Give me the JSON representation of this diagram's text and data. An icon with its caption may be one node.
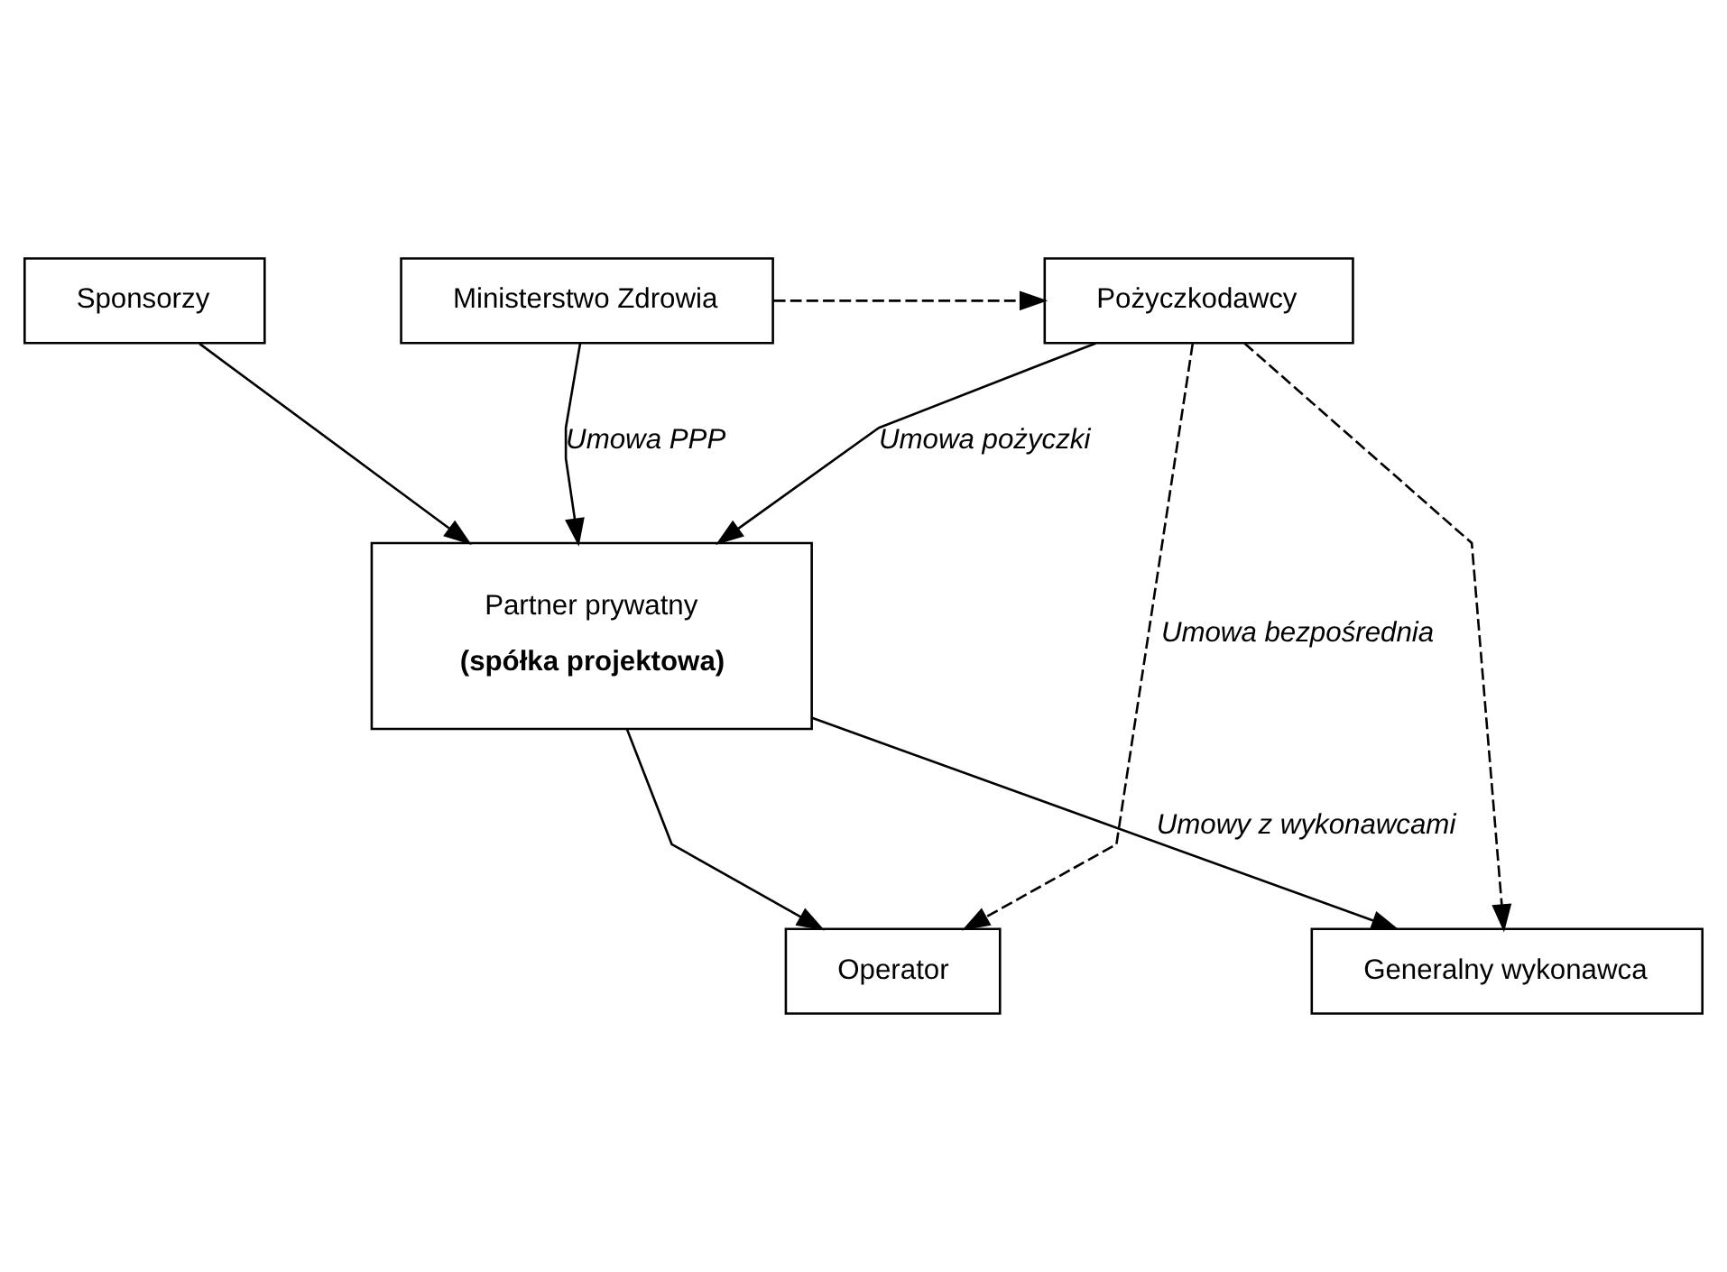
{
  "diagram": {
    "nodes": [
      {
        "text": [
          "Sponsorzy"
        ]
      },
      {
        "text": [
          "Ministerstwo Zdrowia"
        ]
      },
      {
        "text": [
          "Pożyczkodawcy"
        ]
      },
      {
        "text": [
          "Partner prywatny",
          "(spółka projektowa)"
        ]
      },
      {
        "text": [
          "Generalny wykonawca"
        ]
      },
      {
        "text": [
          "Operator"
        ]
      }
    ],
    "edges": [
      {
        "from": 1,
        "to": 2,
        "arrow": "to",
        "style": "dashed"
      },
      {
        "from": 0,
        "to": 3,
        "arrow": "to"
      },
      {
        "from": 1,
        "to": 3,
        "arrow": "to",
        "label": "Umowa PPP"
      },
      {
        "from": 2,
        "to": 3,
        "arrow": "to",
        "label": "Umowa pożyczki"
      },
      {
        "from": 3,
        "to": 4,
        "arrow": "to",
        "label": "Umowy z wykonawcami"
      },
      {
        "from": 3,
        "to": 5,
        "arrow": "to"
      },
      {
        "from": 2,
        "to": 5,
        "arrow": "to",
        "style": "dashed",
        "label": "Umowa bezpośrednia"
      },
      {
        "from": 2,
        "to": 4,
        "arrow": "to",
        "style": "dashed"
      }
    ]
  }
}
